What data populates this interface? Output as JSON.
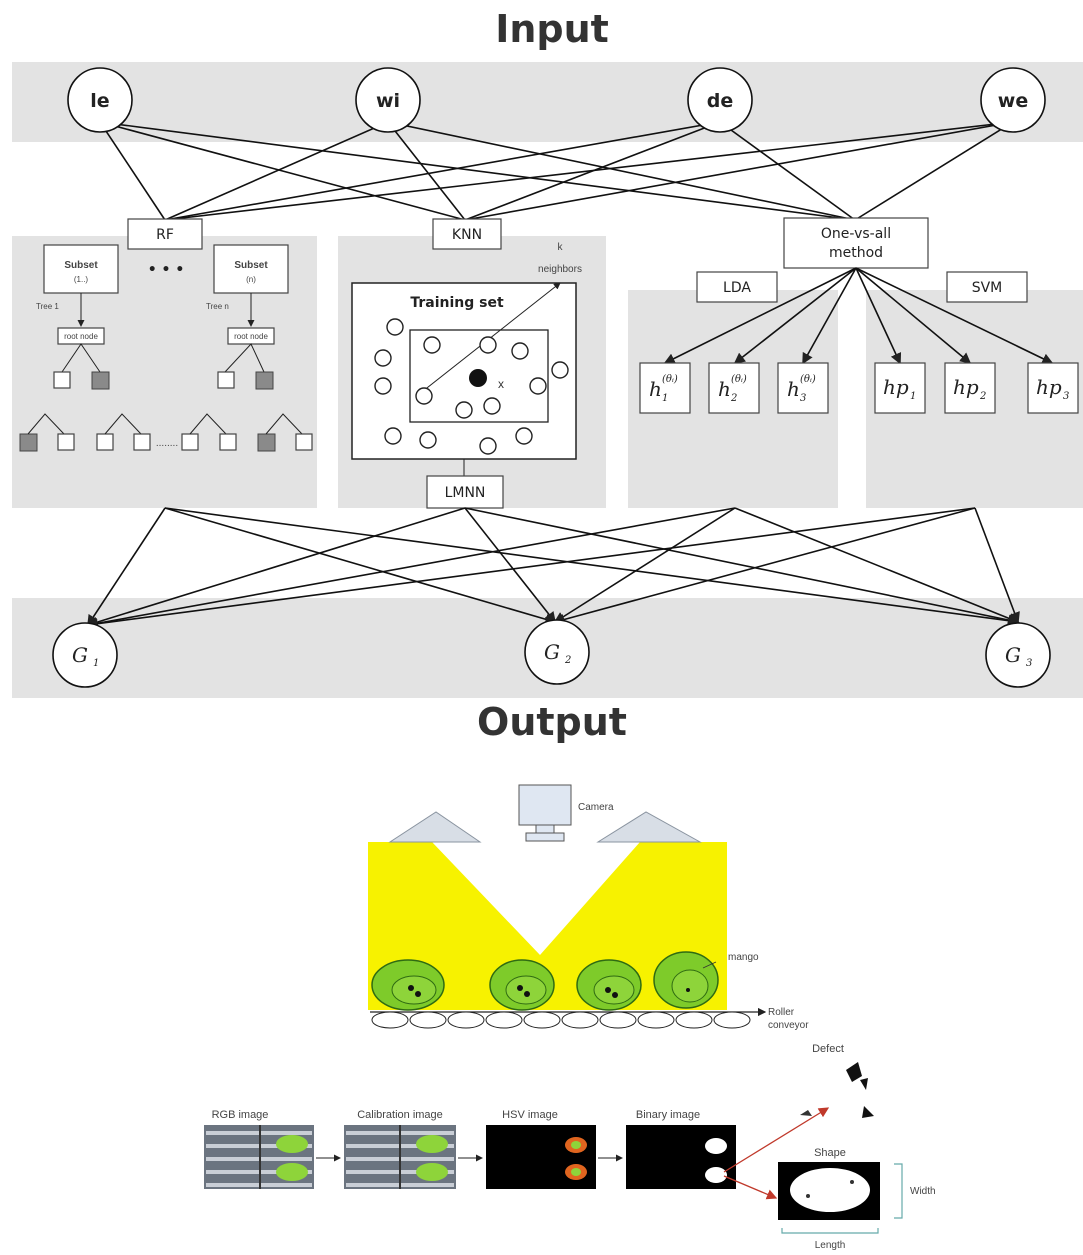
{
  "network": {
    "title_input": "Input",
    "title_output": "Output",
    "inputs": [
      "le",
      "wi",
      "de",
      "we"
    ],
    "methods": {
      "rf": "RF",
      "knn": "KNN",
      "one_vs_all_line1": "One-vs-all",
      "one_vs_all_line2": "method",
      "lda": "LDA",
      "svm": "SVM",
      "lmnn": "LMNN"
    },
    "rf_panel": {
      "subset": "Subset",
      "subset_left_sub": "(1..)",
      "subset_right_sub": "(n)",
      "tree_left": "Tree 1",
      "tree_right": "Tree n",
      "node_label": "root node",
      "ellipsis": "• • •",
      "dots": "........"
    },
    "knn_panel": {
      "training_set": "Training set",
      "k_neighbors_1": "k",
      "k_neighbors_2": "neighbors",
      "x_label": "x"
    },
    "lda_outputs": {
      "base": "h",
      "sub": [
        "1",
        "2",
        "3"
      ],
      "sup": "(θᵢ)"
    },
    "svm_outputs": {
      "base": "hp",
      "sub": [
        "1",
        "2",
        "3"
      ]
    },
    "outputs": [
      {
        "base": "G",
        "sub": "1"
      },
      {
        "base": "G",
        "sub": "2"
      },
      {
        "base": "G",
        "sub": "3"
      }
    ]
  },
  "conveyor": {
    "camera_label": "Camera",
    "mango_label": "mango",
    "roller_label_1": "Roller",
    "roller_label_2": "conveyor"
  },
  "pipeline": {
    "stages": [
      "RGB image",
      "Calibration image",
      "HSV image",
      "Binary image"
    ],
    "defect_label": "Defect",
    "shape_label": "Shape",
    "width_label": "Width",
    "length_label": "Length"
  },
  "colors": {
    "panel": "#e3e3e3",
    "light_beam": "#f7f200",
    "mango": "#7ecb2a",
    "arrow_red": "#c0392b"
  }
}
